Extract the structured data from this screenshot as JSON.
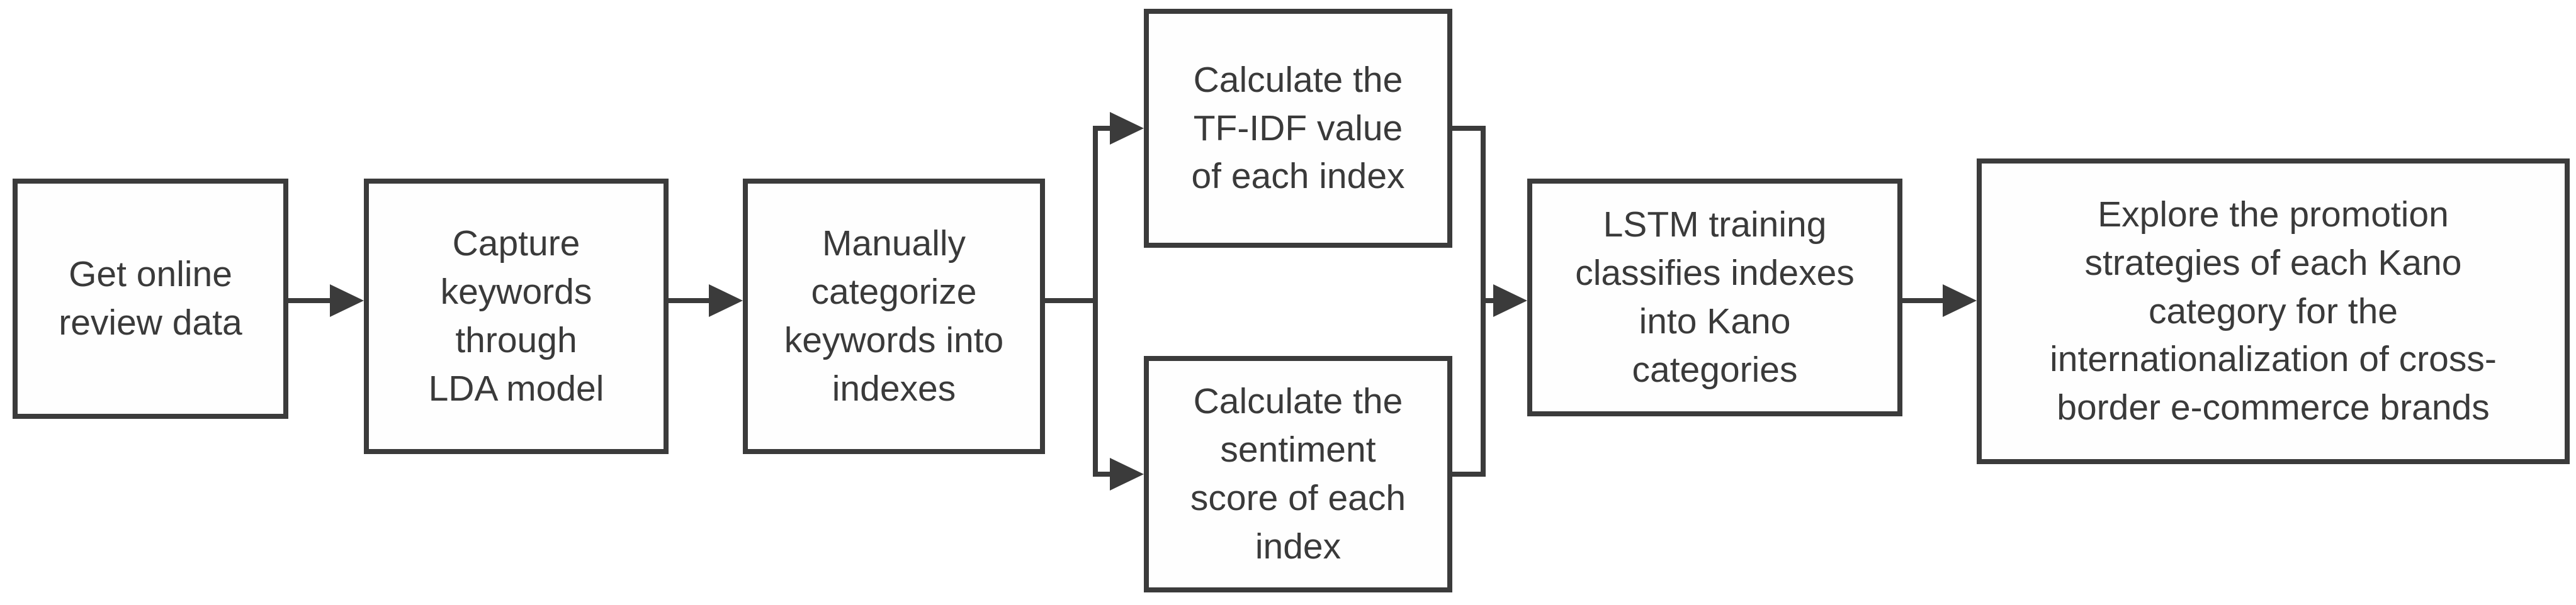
{
  "flowchart": {
    "description": "Research process flowchart: Kano classification of cross-border e-commerce review indexes",
    "colors": {
      "line": "#3b3b3b",
      "text": "#3a3a3a",
      "box_background": "#fefefe",
      "canvas_background": "#ffffff"
    },
    "nodes": {
      "getData": {
        "label": "Get online\nreview data"
      },
      "capture": {
        "label": "Capture\nkeywords\nthrough\nLDA model"
      },
      "categorize": {
        "label": "Manually\ncategorize\nkeywords into\nindexes"
      },
      "tfidf": {
        "label": "Calculate the\nTF-IDF value\nof each index"
      },
      "sentiment": {
        "label": "Calculate the\nsentiment\nscore of each\nindex"
      },
      "lstm": {
        "label": "LSTM training\nclassifies indexes\ninto Kano\ncategories"
      },
      "explore": {
        "label": "Explore the promotion\nstrategies of each Kano\ncategory for the\ninternationalization of cross-\nborder e-commerce brands"
      }
    },
    "edges": [
      {
        "from": "getData",
        "to": "capture"
      },
      {
        "from": "capture",
        "to": "categorize"
      },
      {
        "from": "categorize",
        "to": "tfidf"
      },
      {
        "from": "categorize",
        "to": "sentiment"
      },
      {
        "from": "tfidf",
        "to": "lstm"
      },
      {
        "from": "sentiment",
        "to": "lstm"
      },
      {
        "from": "lstm",
        "to": "explore"
      }
    ]
  }
}
